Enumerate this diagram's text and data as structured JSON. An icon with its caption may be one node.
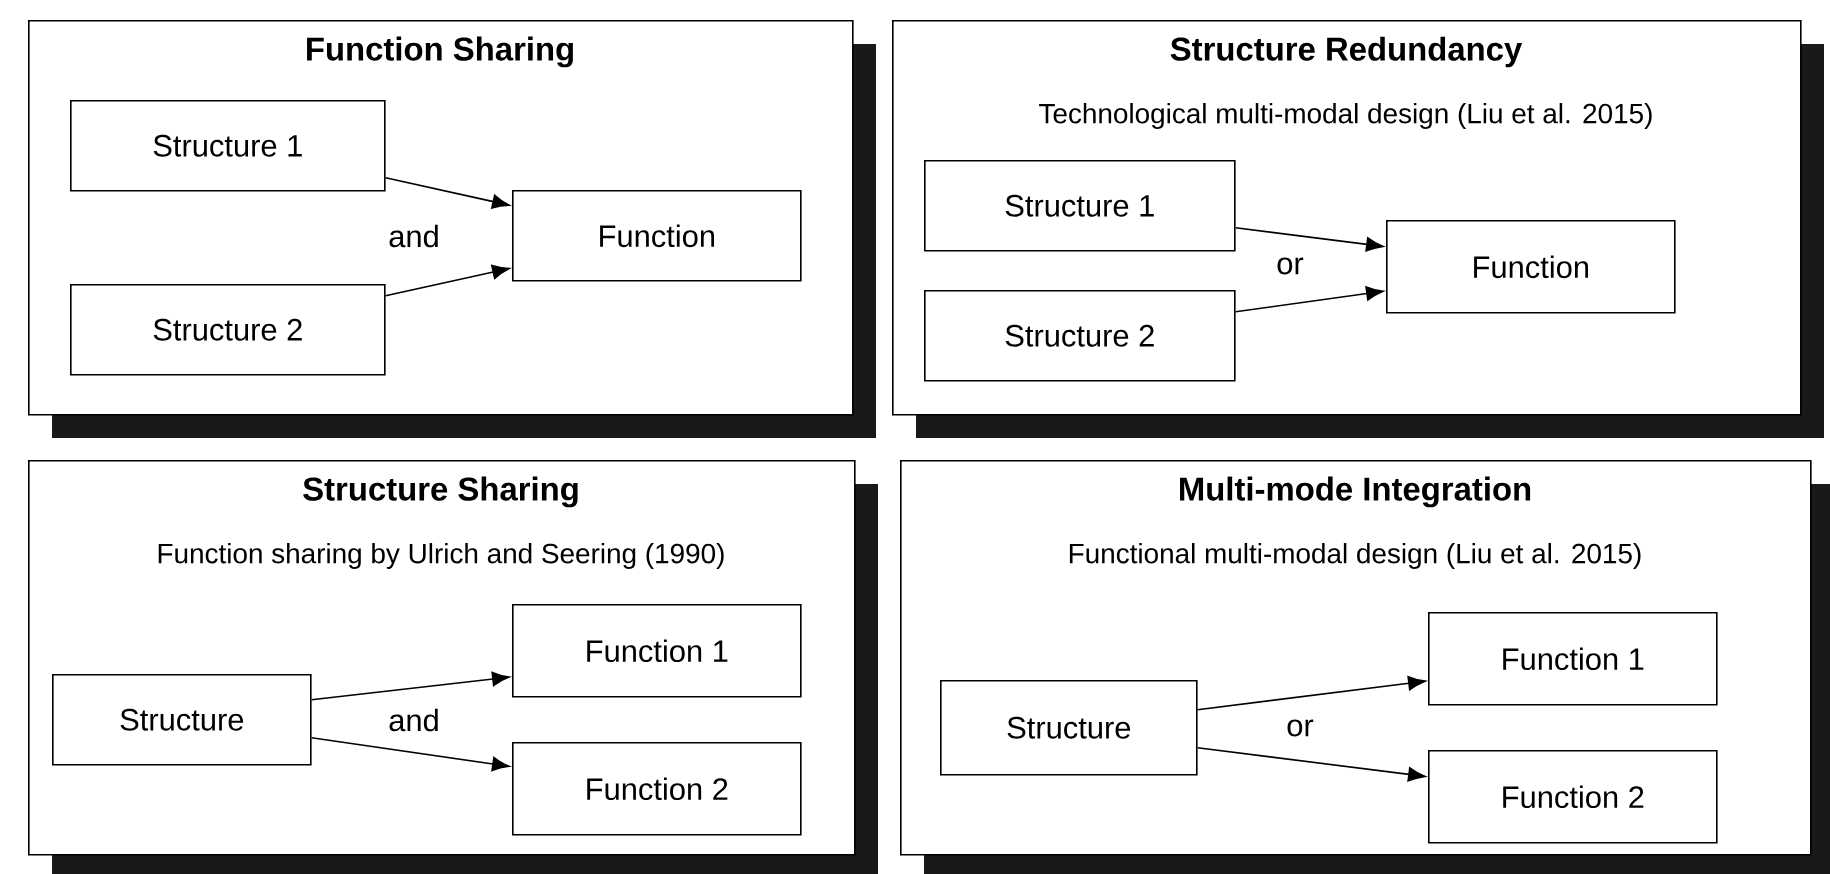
{
  "diagram": {
    "nodes": [
      {
        "text": [
          "Function Sharing"
        ]
      },
      {
        "text": [
          "Structure 1"
        ],
        "in": 0
      },
      {
        "text": [
          "Structure 2"
        ],
        "in": 0
      },
      {
        "text": [
          "Function"
        ],
        "in": 0
      },
      {
        "text": [
          "Structure Redundancy",
          "Technological multi-modal design (Liu et al. 2015)"
        ]
      },
      {
        "text": [
          "Structure 1"
        ],
        "in": 4
      },
      {
        "text": [
          "Structure 2"
        ],
        "in": 4
      },
      {
        "text": [
          "Function"
        ],
        "in": 4
      },
      {
        "text": [
          "Structure Sharing",
          "Function sharing by Ulrich and Seering (1990)"
        ]
      },
      {
        "text": [
          "Structure"
        ],
        "in": 8
      },
      {
        "text": [
          "Function 1"
        ],
        "in": 8
      },
      {
        "text": [
          "Function 2"
        ],
        "in": 8
      },
      {
        "text": [
          "Multi-mode Integration",
          "Functional multi-modal design (Liu et al. 2015)"
        ]
      },
      {
        "text": [
          "Structure"
        ],
        "in": 12
      },
      {
        "text": [
          "Function 1"
        ],
        "in": 12
      },
      {
        "text": [
          "Function 2"
        ],
        "in": 12
      }
    ],
    "edges": [
      {
        "from": 1,
        "to": 3,
        "arrow": "to"
      },
      {
        "from": 2,
        "to": 3,
        "arrow": "to"
      },
      {
        "from": 5,
        "to": 7,
        "arrow": "to"
      },
      {
        "from": 6,
        "to": 7,
        "arrow": "to"
      },
      {
        "from": 9,
        "to": 10,
        "arrow": "to"
      },
      {
        "from": 9,
        "to": 11,
        "arrow": "to"
      },
      {
        "from": 13,
        "to": 14,
        "arrow": "to"
      },
      {
        "from": 13,
        "to": 15,
        "arrow": "to"
      }
    ],
    "labels": [
      "and",
      "or",
      "and",
      "or"
    ]
  }
}
